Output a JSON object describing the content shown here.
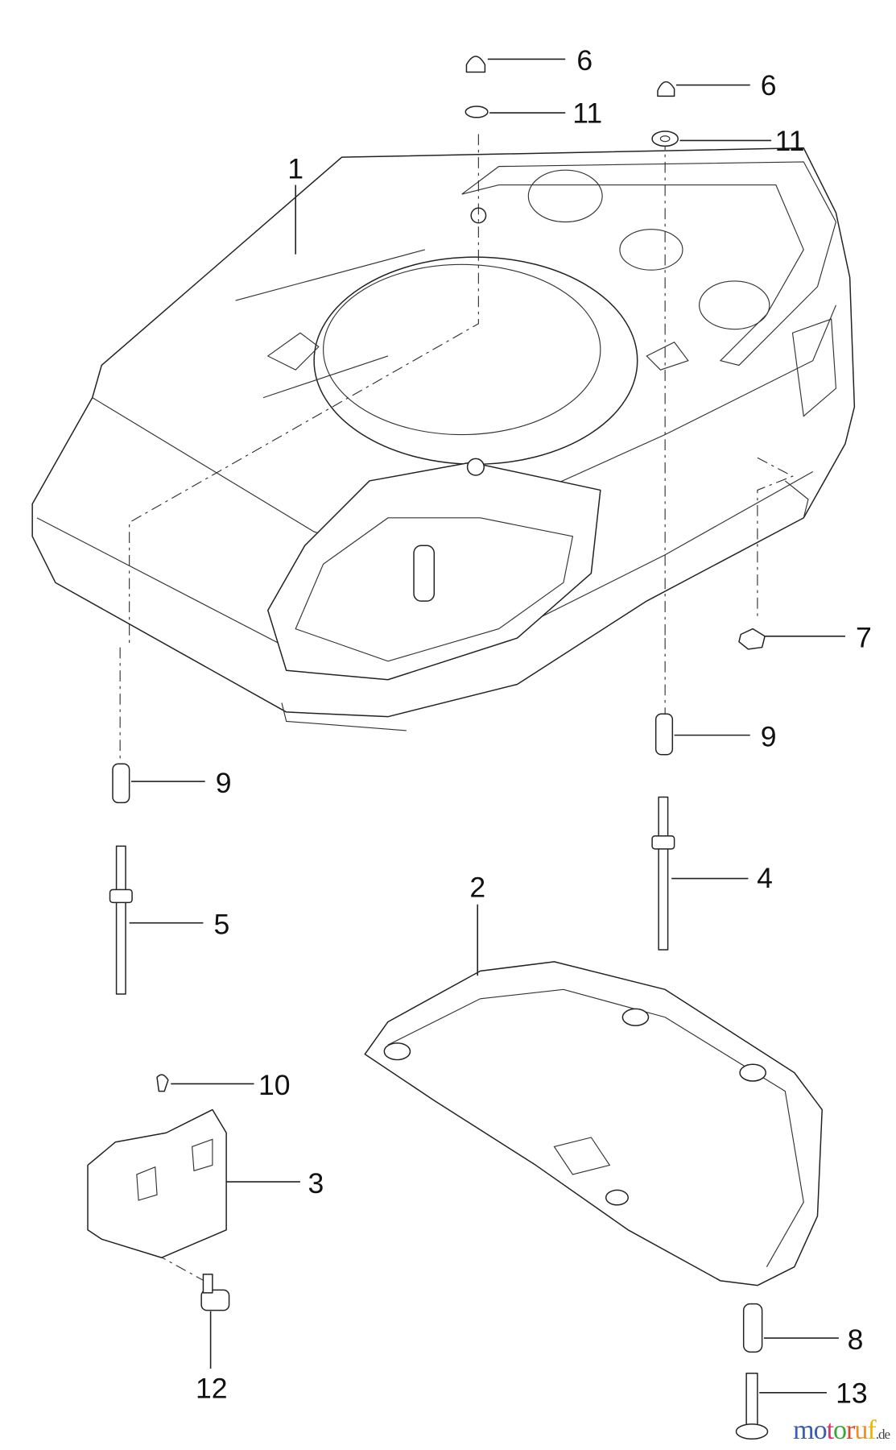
{
  "labels": {
    "l1": "1",
    "l2": "2",
    "l3": "3",
    "l4": "4",
    "l5": "5",
    "l6a": "6",
    "l6b": "6",
    "l7": "7",
    "l8": "8",
    "l9a": "9",
    "l9b": "9",
    "l10": "10",
    "l11a": "11",
    "l11b": "11",
    "l12": "12",
    "l13": "13"
  },
  "watermark": {
    "text": "motoruf",
    "suffix": ".de",
    "colors": [
      "#3b5bb5",
      "#3b5bb5",
      "#d9336e",
      "#3aa635",
      "#d94a2b",
      "#e8912a",
      "#f0b400"
    ]
  }
}
